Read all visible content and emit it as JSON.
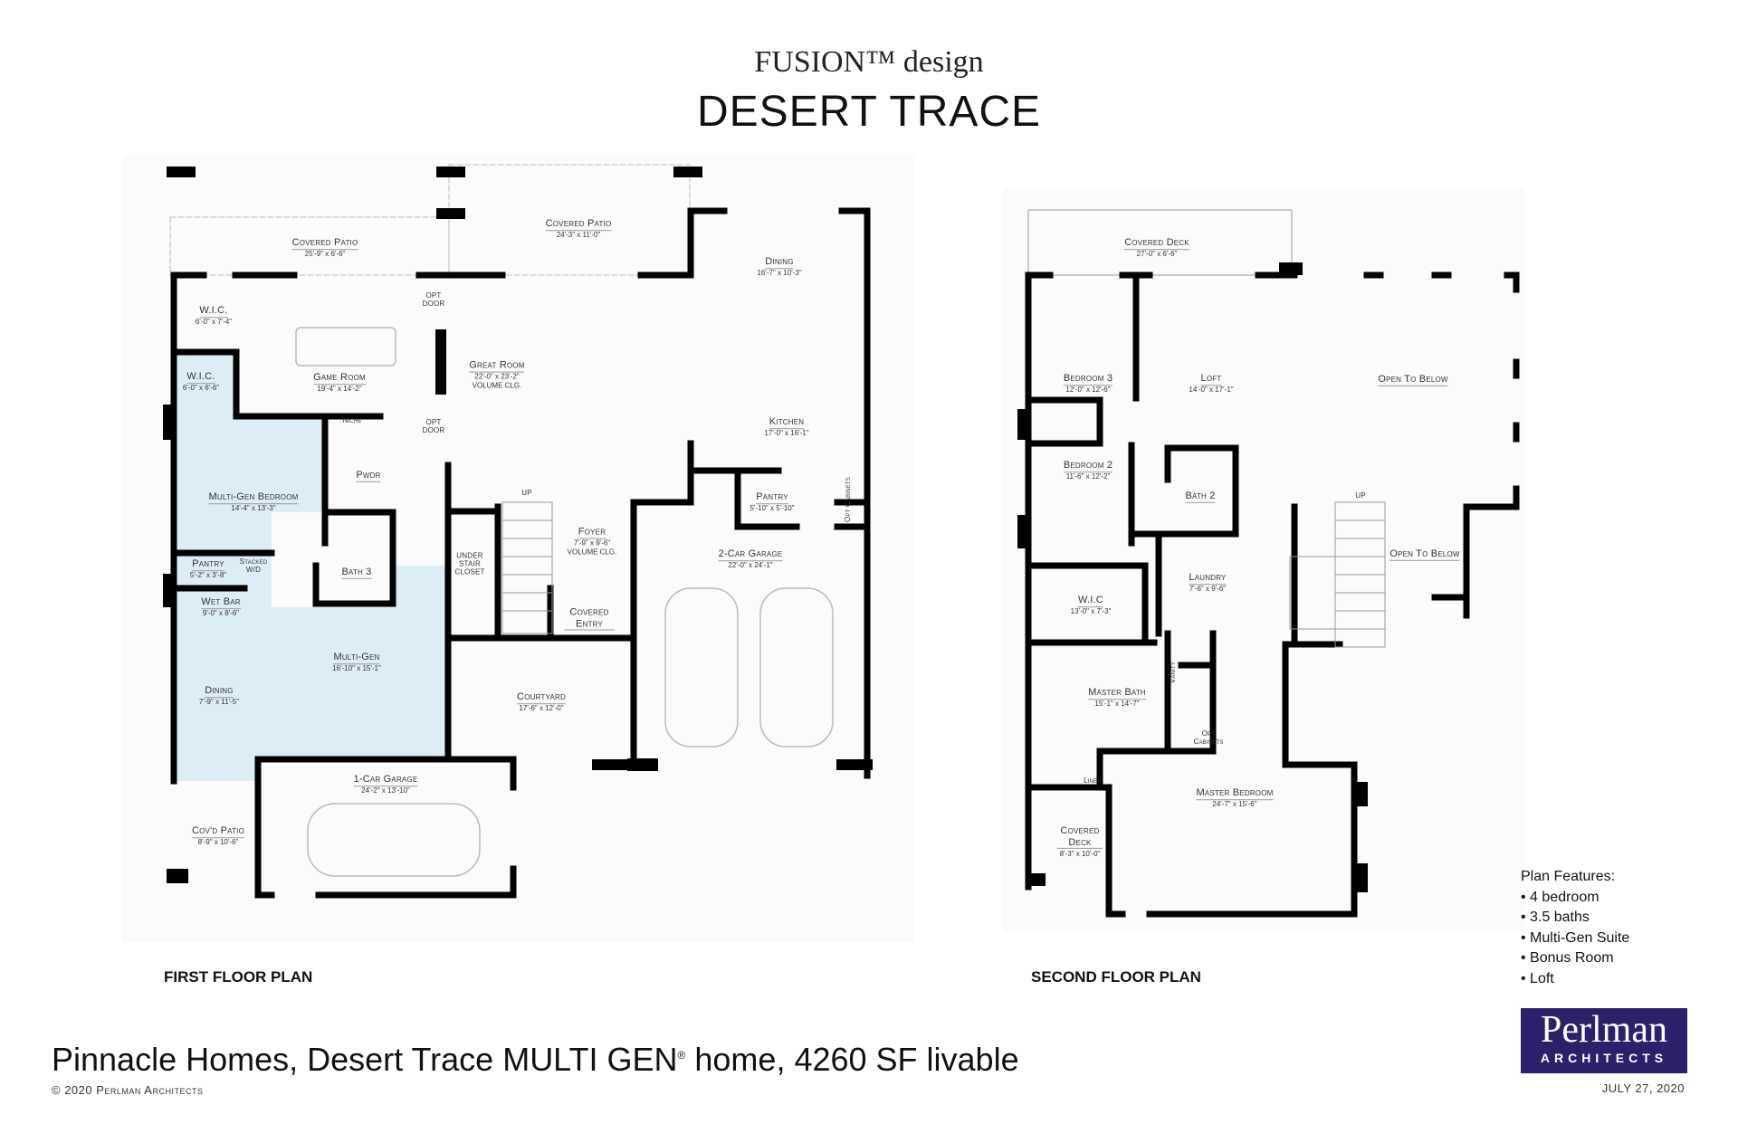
{
  "header": {
    "brand": "FUSION™ design",
    "title": "DESERT TRACE"
  },
  "first_floor": {
    "label": "FIRST FLOOR PLAN",
    "rooms": [
      {
        "name": "Covered Patio",
        "dims": "25'-9\" x 6'-6\""
      },
      {
        "name": "Covered Patio",
        "dims": "24'-3\" x 11'-0\""
      },
      {
        "name": "W.I.C.",
        "dims": "6'-0\" x 7'-4\""
      },
      {
        "name": "W.I.C.",
        "dims": "6'-0\" x 6'-6\""
      },
      {
        "name": "Game Room",
        "dims": "19'-4\" x 14'-2\""
      },
      {
        "name": "Great Room",
        "dims": "22'-0\" x 23'-2\"",
        "note": "VOLUME CLG."
      },
      {
        "name": "Dining",
        "dims": "16'-7\" x 10'-3\""
      },
      {
        "name": "Kitchen",
        "dims": "17'-0\" x 16'-1\""
      },
      {
        "name": "OPT DOOR"
      },
      {
        "name": "OPT DOOR"
      },
      {
        "name": "Niche"
      },
      {
        "name": "Pwdr"
      },
      {
        "name": "Multi-Gen Bedroom",
        "dims": "14'-4\" x 13'-3\""
      },
      {
        "name": "Pantry",
        "dims": "5'-10\" x 5'-10\""
      },
      {
        "name": "Opt Cabinets"
      },
      {
        "name": "Pantry",
        "dims": "5'-2\" x 3'-8\""
      },
      {
        "name": "Stacked W/D"
      },
      {
        "name": "Bath 3"
      },
      {
        "name": "UNDER STAIR CLOSET"
      },
      {
        "name": "Foyer",
        "dims": "7'-9\" x 9'-6\"",
        "note": "VOLUME CLG."
      },
      {
        "name": "2-Car Garage",
        "dims": "22'-0\" x 24'-1\""
      },
      {
        "name": "Wet Bar",
        "dims": "9'-0\" x 8'-6\""
      },
      {
        "name": "Covered Entry"
      },
      {
        "name": "Multi-Gen",
        "dims": "16'-10\" x 15'-1\""
      },
      {
        "name": "Dining",
        "dims": "7'-9\" x 11'-5\""
      },
      {
        "name": "Courtyard",
        "dims": "17'-6\" x 12'-0\""
      },
      {
        "name": "1-Car Garage",
        "dims": "24'-2\" x 13'-10\""
      },
      {
        "name": "Cov'd Patio",
        "dims": "8'-9\" x 10'-6\""
      },
      {
        "name": "UP"
      }
    ]
  },
  "second_floor": {
    "label": "SECOND FLOOR PLAN",
    "rooms": [
      {
        "name": "Covered Deck",
        "dims": "27'-0\" x 6'-6\""
      },
      {
        "name": "Bedroom 3",
        "dims": "12'-0\" x 12'-6\""
      },
      {
        "name": "Loft",
        "dims": "14'-0\" x 17'-1\""
      },
      {
        "name": "Open To Below"
      },
      {
        "name": "Bedroom 2",
        "dims": "11'-6\" x 12'-2\""
      },
      {
        "name": "Bath 2"
      },
      {
        "name": "Open To Below"
      },
      {
        "name": "Laundry",
        "dims": "7'-6\" x 9'-6\""
      },
      {
        "name": "W.I.C",
        "dims": "13'-0\" x 7'-3\""
      },
      {
        "name": "Vanity"
      },
      {
        "name": "Master Bath",
        "dims": "15'-1\" x 14'-7\""
      },
      {
        "name": "Opt Cabinets"
      },
      {
        "name": "Linen"
      },
      {
        "name": "Master Bedroom",
        "dims": "24'-7\" x 15'-6\""
      },
      {
        "name": "Covered Deck",
        "dims": "8'-3\" x 10'-0\""
      },
      {
        "name": "UP"
      }
    ]
  },
  "features": {
    "title": "Plan Features:",
    "items": [
      "• 4 bedroom",
      "• 3.5 baths",
      "• Multi-Gen Suite",
      "• Bonus Room",
      "• Loft"
    ]
  },
  "logo": {
    "line1": "Perlman",
    "line2": "ARCHITECTS"
  },
  "date": "JULY 27, 2020",
  "footer": {
    "text_a": "Pinnacle Homes, Desert Trace MULTI GEN",
    "reg": "®",
    "text_b": " home, 4260 SF livable",
    "copyright": "© 2020 Perlman Architects"
  },
  "colors": {
    "multigen_fill": "#dcedf5",
    "logo_bg": "#2e1f6b",
    "wall": "#000000"
  }
}
